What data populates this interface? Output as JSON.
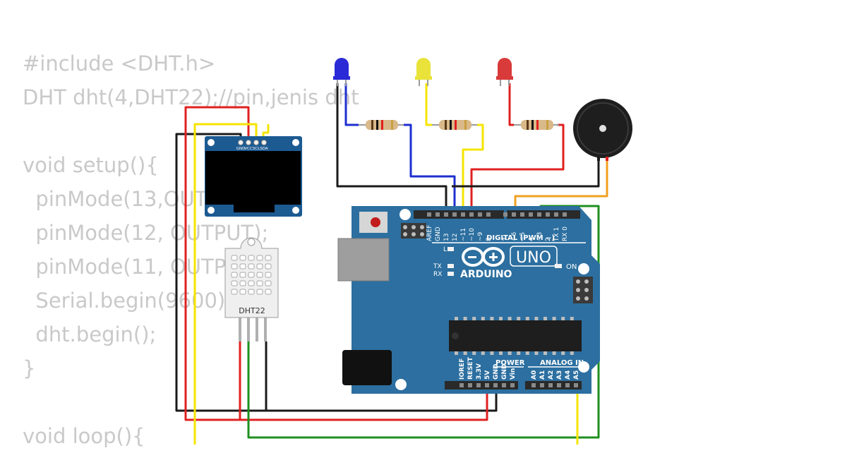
{
  "code_lines": [
    "#include <DHT.h>",
    "DHT dht(4,DHT22);//pin,jenis dht",
    "",
    "void setup(){",
    "  pinMode(13,OUTPUT);",
    "  pinMode(12, OUTPUT);",
    "  pinMode(11, OUTPUT);",
    "  Serial.begin(9600);",
    "  dht.begin();",
    "}",
    "",
    "void loop(){"
  ],
  "oled": {
    "pins": [
      "GND",
      "VCC",
      "SCL",
      "SDA"
    ]
  },
  "dht": {
    "label": "DHT22"
  },
  "leds": [
    {
      "color": "blue",
      "fill": "#2a2ad6"
    },
    {
      "color": "yellow",
      "fill": "#e8e23a"
    },
    {
      "color": "red",
      "fill": "#d93a3a"
    }
  ],
  "arduino": {
    "brand": "ARDUINO",
    "model": "UNO",
    "on_label": "ON",
    "digital_label": "DIGITAL (PWM ~)",
    "power_label": "POWER",
    "analog_label": "ANALOG IN",
    "l_label": "L",
    "tx_label": "TX",
    "rx_label": "RX",
    "digital_pins": [
      "AREF",
      "GND",
      "13",
      "12",
      "~11",
      "~10",
      "~9",
      "8",
      "7",
      "~6",
      "~5",
      "4",
      "~3",
      "2",
      "TX 1",
      "RX 0"
    ],
    "power_pins": [
      "IOREF",
      "RESET",
      "3.3V",
      "5V",
      "GND",
      "GND",
      "Vin"
    ],
    "analog_pins": [
      "A0",
      "A1",
      "A2",
      "A3",
      "A4",
      "A5"
    ]
  },
  "wire_colors": {
    "red": "#e02020",
    "black": "#1a1a1a",
    "yellow": "#f5e400",
    "green": "#1f8f1f",
    "blue": "#1f2fd0",
    "orange": "#f0a020"
  }
}
